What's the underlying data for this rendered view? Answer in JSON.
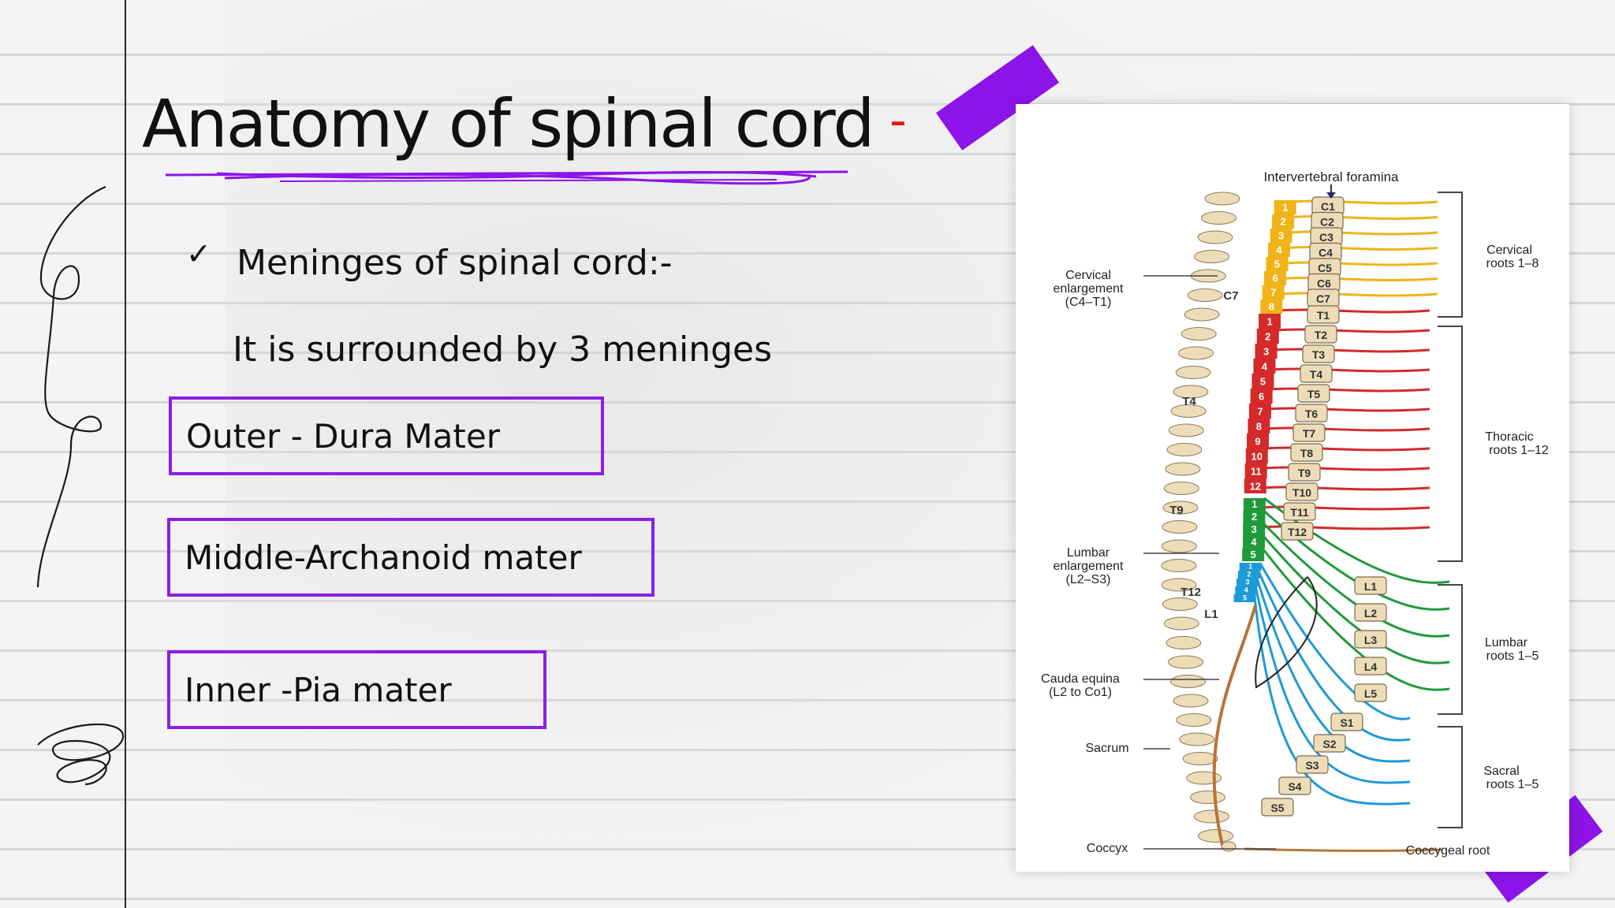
{
  "slide": {
    "title": "Anatomy of spinal cord",
    "title_dash": "-",
    "bullet_heading": "Meninges of spinal cord:-",
    "intro_text": "It is surrounded by 3 meninges",
    "layers": [
      {
        "label": "Outer - Dura Mater"
      },
      {
        "label": "Middle-Archanoid mater"
      },
      {
        "label": "Inner -Pia mater"
      }
    ],
    "accent_color": "#8c14e8"
  },
  "figure": {
    "top_label": "Intervertebral foramina",
    "left_labels": {
      "cervical": [
        "Cervical",
        "enlargement",
        "(C4–T1)"
      ],
      "lumbar": [
        "Lumbar",
        "enlargement",
        "(L2–S3)"
      ],
      "cauda": [
        "Cauda equina",
        "(L2 to Co1)"
      ],
      "sacrum": "Sacrum",
      "coccyx": "Coccyx"
    },
    "right_labels": {
      "cervical": [
        "Cervical",
        "roots 1–8"
      ],
      "thoracic": [
        "Thoracic",
        "roots 1–12"
      ],
      "lumbar": [
        "Lumbar",
        "roots 1–5"
      ],
      "sacral": [
        "Sacral",
        "roots 1–5"
      ],
      "coccygeal": "Coccygeal root"
    },
    "vertebra_marks": [
      "C7",
      "T4",
      "T9",
      "T12",
      "L1"
    ],
    "cervical_vertebrae": [
      "C1",
      "C2",
      "C3",
      "C4",
      "C5",
      "C6",
      "C7"
    ],
    "thoracic_vertebrae": [
      "T1",
      "T2",
      "T3",
      "T4",
      "T5",
      "T6",
      "T7",
      "T8",
      "T9",
      "T10",
      "T11",
      "T12"
    ],
    "lumbar_vertebrae": [
      "L1",
      "L2",
      "L3",
      "L4",
      "L5"
    ],
    "sacral_vertebrae": [
      "S1",
      "S2",
      "S3",
      "S4",
      "S5"
    ],
    "cord_segments": {
      "cervical": [
        "1",
        "2",
        "3",
        "4",
        "5",
        "6",
        "7",
        "8"
      ],
      "thoracic": [
        "1",
        "2",
        "3",
        "4",
        "5",
        "6",
        "7",
        "8",
        "9",
        "10",
        "11",
        "12"
      ],
      "lumbar": [
        "1",
        "2",
        "3",
        "4",
        "5"
      ],
      "sacral": [
        "1",
        "2",
        "3",
        "4",
        "5"
      ]
    },
    "colors": {
      "cervical": "#f0b418",
      "thoracic": "#d42a2a",
      "lumbar": "#1f9a3a",
      "sacral": "#1e9ad6",
      "coccygeal": "#b8733a",
      "bone": "#ecdcb8"
    }
  }
}
